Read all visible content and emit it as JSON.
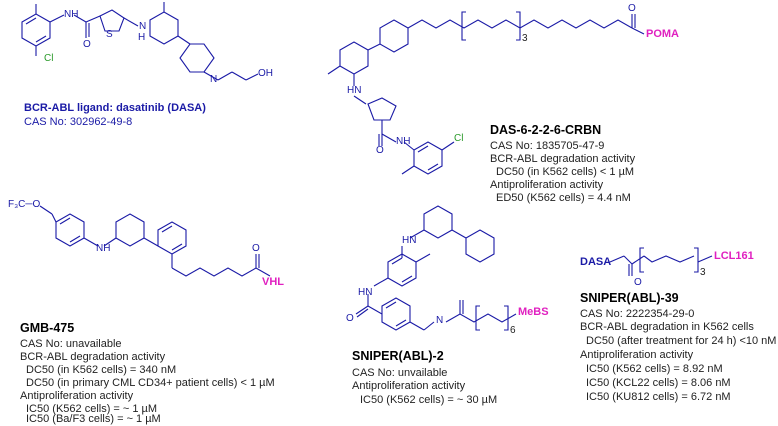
{
  "colors": {
    "bond": "#1a1aa6",
    "ligand": "#e020c0",
    "chlorine": "#2a9a2a",
    "text": "#222222"
  },
  "dasa": {
    "name": "BCR-ABL ligand: dasatinib (DASA)",
    "cas": "CAS No: 302962-49-8",
    "atoms": {
      "n": "N",
      "h": "H",
      "s": "S",
      "o": "O",
      "cl": "Cl",
      "oh": "OH"
    }
  },
  "das6": {
    "title": "DAS-6-2-2-6-CRBN",
    "cas": "CAS No: 1835705-47-9",
    "lines": [
      "BCR-ABL degradation activity",
      "DC50 (in K562 cells) < 1 µM",
      "Antiproliferation activity",
      "ED50 (K562 cells) = 4.4 nM"
    ],
    "ligand": "POMA",
    "repeat": "3"
  },
  "gmb": {
    "title": "GMB-475",
    "cas": "CAS No: unavailable",
    "lines": [
      "BCR-ABL degradation activity",
      "DC50 (in K562 cells) = 340 nM",
      "DC50 (in primary CML CD34+ patient cells) < 1 µM",
      "Antiproliferation activity",
      "IC50 (K562 cells) = ~ 1 µM",
      "IC50 (Ba/F3 cells) = ~ 1 µM"
    ],
    "ligand": "VHL",
    "f3co": "F₃C"
  },
  "sn2": {
    "title": "SNIPER(ABL)-2",
    "cas": "CAS No: unvailable",
    "lines": [
      "Antiproliferation activity",
      "IC50 (K562 cells) = ~ 30 µM"
    ],
    "ligand": "MeBS",
    "repeat": "6"
  },
  "sn39": {
    "title": "SNIPER(ABL)-39",
    "cas": "CAS No: 2222354-29-0",
    "lines": [
      "BCR-ABL degradation in K562 cells",
      "DC50 (after treatment for 24 h) <10 nM",
      "Antiproliferation activity",
      "IC50 (K562 cells) = 8.92 nM",
      "IC50 (KCL22 cells) = 8.06 nM",
      "IC50 (KU812 cells) = 6.72 nM"
    ],
    "dasa": "DASA",
    "ligand": "LCL161",
    "repeat": "3"
  }
}
